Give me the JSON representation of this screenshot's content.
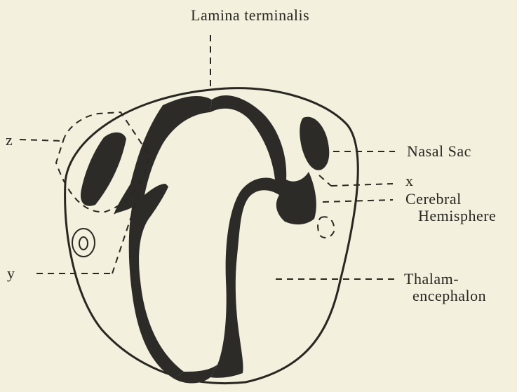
{
  "figure": {
    "labels": {
      "lamina_terminalis": "Lamina terminalis",
      "z": "z",
      "y": "y",
      "x": "x",
      "nasal_sac": "Nasal Sac",
      "cerebral": "Cerebral",
      "hemisphere": "Hemisphere",
      "thalam": "Thalam-",
      "encephalon": "encephalon"
    },
    "colors": {
      "background": "#f3f0de",
      "tissue": "#2d2b28",
      "lines": "#2a2722"
    }
  }
}
